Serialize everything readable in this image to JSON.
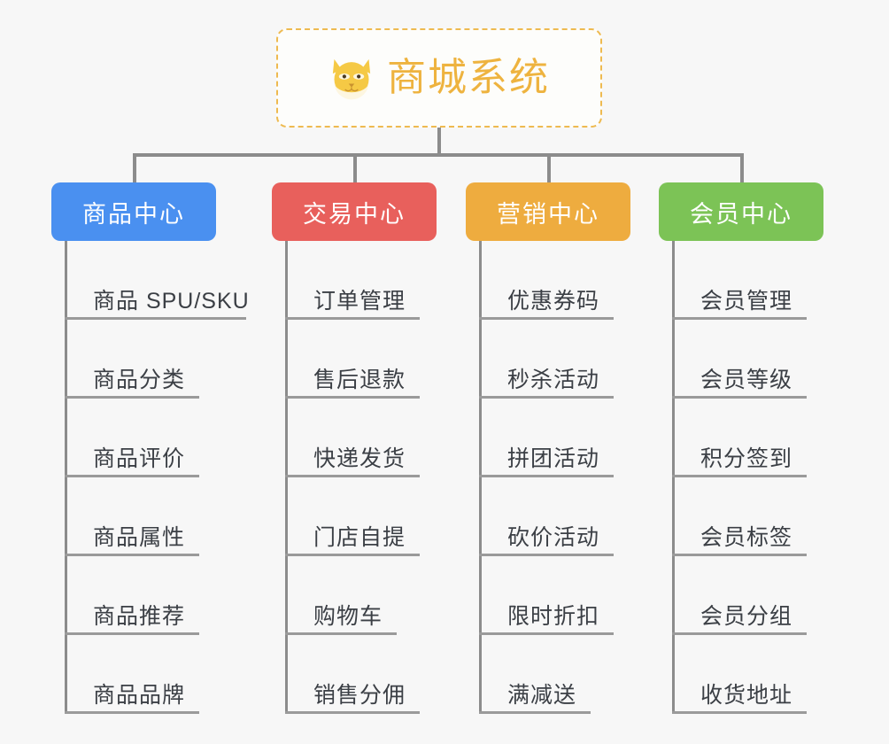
{
  "page": {
    "background_color": "#f7f7f7",
    "line_color": "#8c8c8c"
  },
  "root": {
    "label": "商城系统",
    "icon": "shiba-dog-face-icon",
    "text_color": "#eeb33f",
    "border_color": "#eeba50",
    "border_style": "dashed"
  },
  "branches": [
    {
      "label": "商品中心",
      "color": "#4a90f0",
      "leaves": [
        {
          "label": "商品 SPU/SKU",
          "underline_width": 205
        },
        {
          "label": "商品分类",
          "underline_width": 152
        },
        {
          "label": "商品评价",
          "underline_width": 152
        },
        {
          "label": "商品属性",
          "underline_width": 152
        },
        {
          "label": "商品推荐",
          "underline_width": 152
        },
        {
          "label": "商品品牌",
          "underline_width": 152
        }
      ]
    },
    {
      "label": "交易中心",
      "color": "#e8605c",
      "leaves": [
        {
          "label": "订单管理",
          "underline_width": 152
        },
        {
          "label": "售后退款",
          "underline_width": 152
        },
        {
          "label": "快递发货",
          "underline_width": 152
        },
        {
          "label": "门店自提",
          "underline_width": 152
        },
        {
          "label": "购物车",
          "underline_width": 126
        },
        {
          "label": "销售分佣",
          "underline_width": 152
        }
      ]
    },
    {
      "label": "营销中心",
      "color": "#eeac3f",
      "leaves": [
        {
          "label": "优惠券码",
          "underline_width": 152
        },
        {
          "label": "秒杀活动",
          "underline_width": 152
        },
        {
          "label": "拼团活动",
          "underline_width": 152
        },
        {
          "label": "砍价活动",
          "underline_width": 152
        },
        {
          "label": "限时折扣",
          "underline_width": 152
        },
        {
          "label": "满减送",
          "underline_width": 126
        }
      ]
    },
    {
      "label": "会员中心",
      "color": "#7cc356",
      "leaves": [
        {
          "label": "会员管理",
          "underline_width": 152
        },
        {
          "label": "会员等级",
          "underline_width": 152
        },
        {
          "label": "积分签到",
          "underline_width": 152
        },
        {
          "label": "会员标签",
          "underline_width": 152
        },
        {
          "label": "会员分组",
          "underline_width": 152
        },
        {
          "label": "收货地址",
          "underline_width": 152
        }
      ]
    }
  ]
}
